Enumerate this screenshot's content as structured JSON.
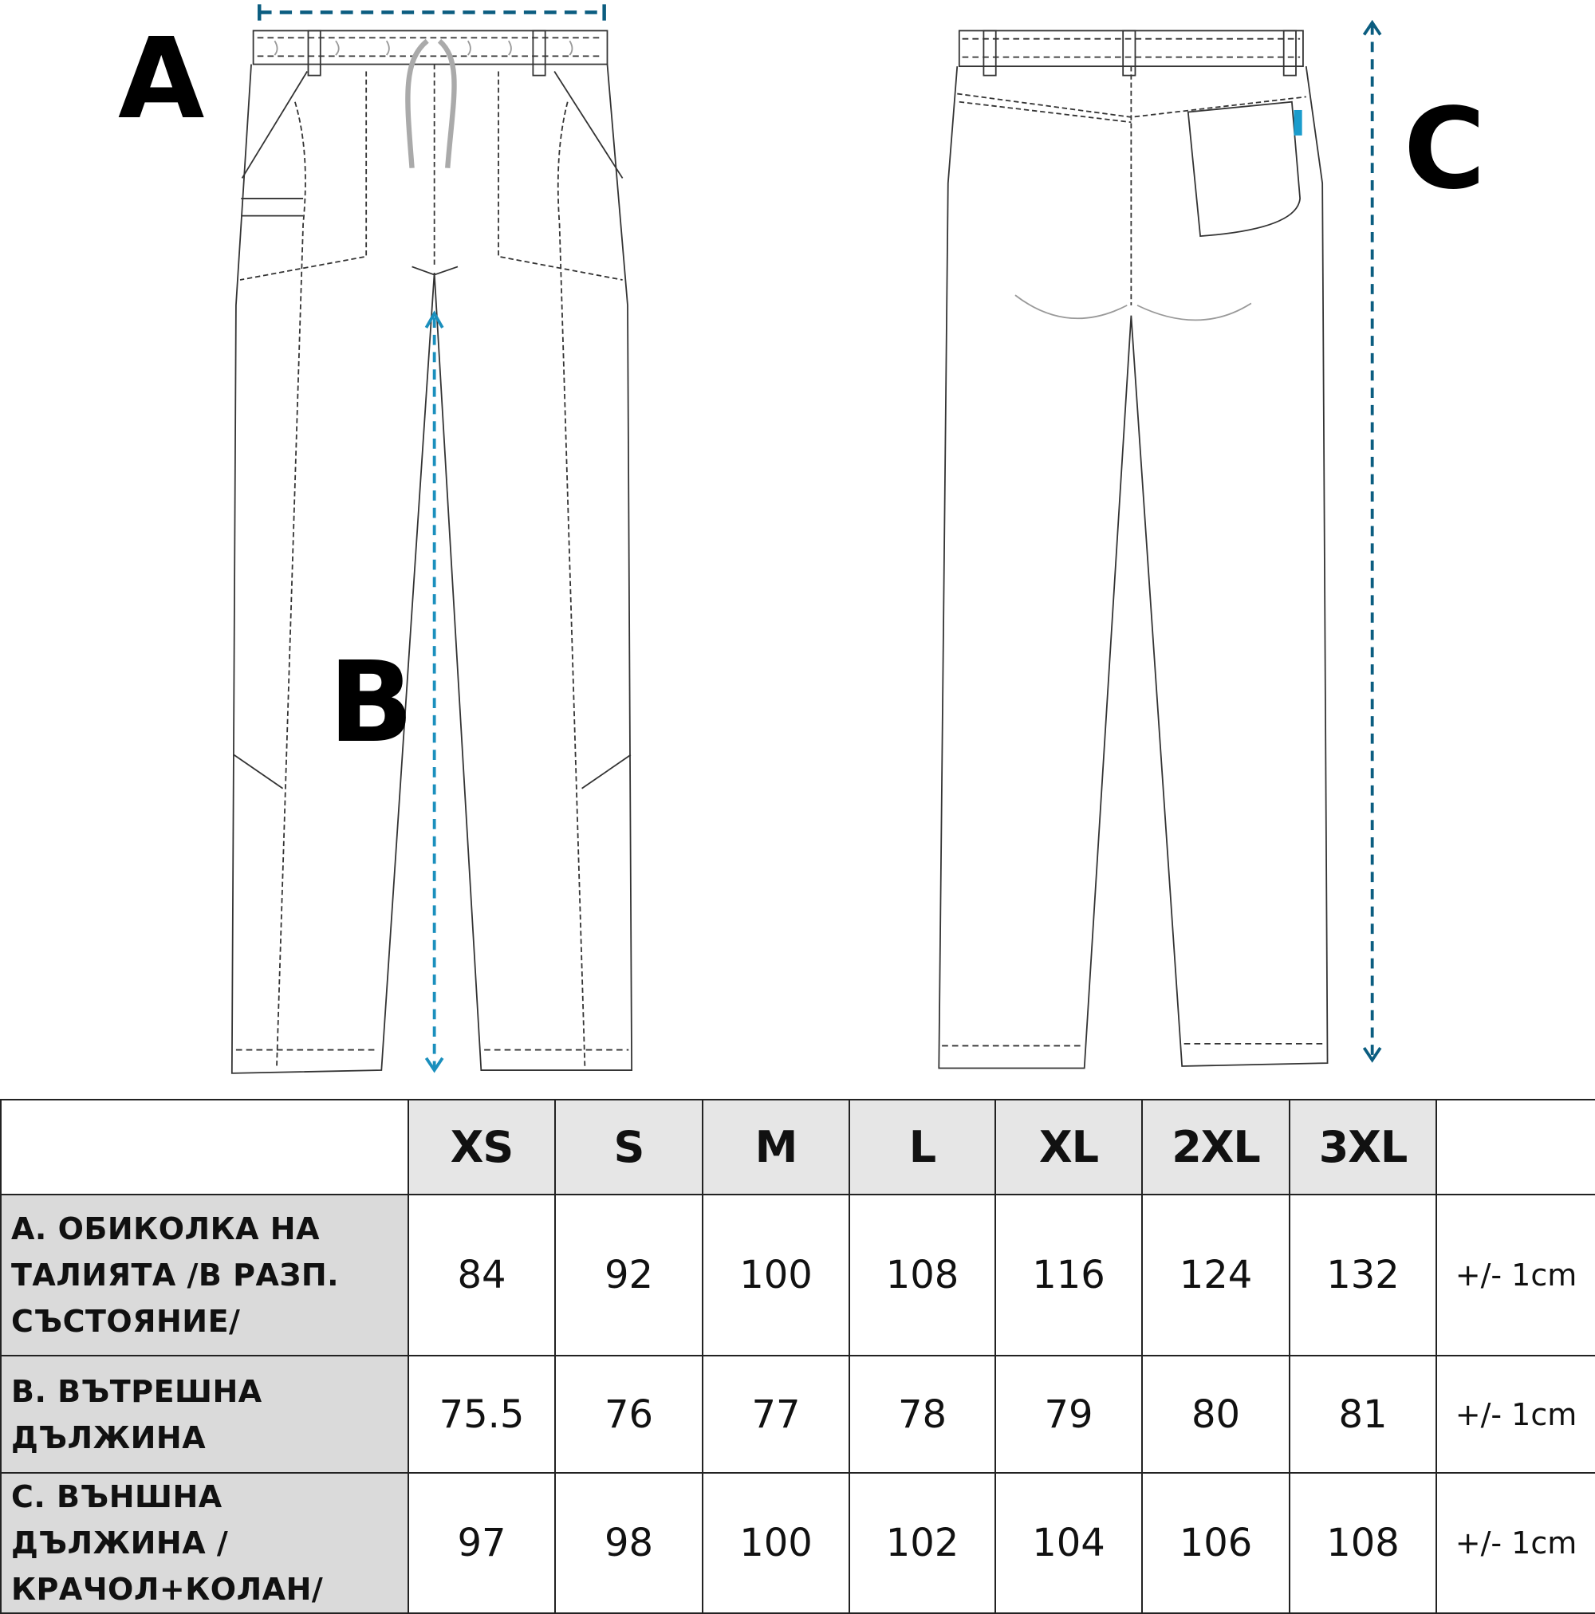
{
  "labels": {
    "a": "A",
    "b": "B",
    "c": "C"
  },
  "colors": {
    "arrow_dark": "#0b5d80",
    "arrow_light": "#1a8fbd",
    "tag": "#1a9ccc"
  },
  "table": {
    "sizes": [
      "XS",
      "S",
      "M",
      "L",
      "XL",
      "2XL",
      "3XL"
    ],
    "rows": [
      {
        "label": "А. ОБИКОЛКА НА ТАЛИЯТА /В РАЗП. СЪСТОЯНИЕ/",
        "values": [
          "84",
          "92",
          "100",
          "108",
          "116",
          "124",
          "132"
        ],
        "tolerance": "+/-  1cm"
      },
      {
        "label": "В. ВЪТРЕШНА ДЪЛЖИНА",
        "values": [
          "75.5",
          "76",
          "77",
          "78",
          "79",
          "80",
          "81"
        ],
        "tolerance": "+/- 1cm"
      },
      {
        "label": "С. ВЪНШНА ДЪЛЖИНА /КРАЧОЛ+КОЛАН/",
        "values": [
          "97",
          "98",
          "100",
          "102",
          "104",
          "106",
          "108"
        ],
        "tolerance": "+/- 1cm"
      }
    ]
  }
}
